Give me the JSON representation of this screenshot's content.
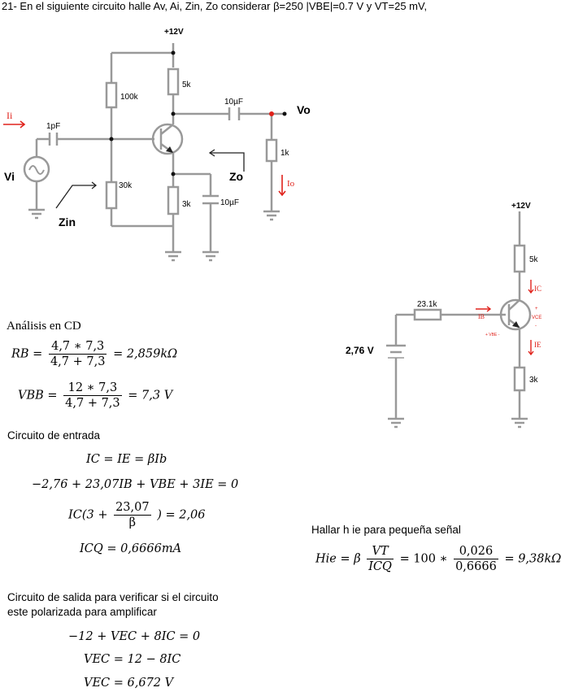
{
  "problem_title": "21- En el siguiente circuito halle Av, Ai, Zin, Zo  considerar β=250  |VBE|=0.7 V y VT=25 mV,",
  "circuit1": {
    "vcc": "+12V",
    "r_base_top": "100k",
    "r_base_bottom": "30k",
    "r_collector": "5k",
    "r_emitter": "3k",
    "c_input": "1pF",
    "c_output": "10µF",
    "c_emitter": "10µF",
    "r_load": "1k",
    "label_ii": "Ii",
    "label_vi": "Vi",
    "label_vo": "Vo",
    "label_zin": "Zin",
    "label_zo": "Zo",
    "label_io": "Io"
  },
  "circuit2": {
    "vcc": "+12V",
    "r_collector": "5k",
    "r_base": "23.1k",
    "r_emitter": "3k",
    "source": "2,76 V",
    "label_ic": "IC",
    "label_ib": "IB",
    "label_ie": "IE",
    "label_vce": "VCE",
    "label_vbe": "+ VBE -",
    "plus": "+",
    "minus": "-"
  },
  "analysis_cd": {
    "heading": "Análisis en CD",
    "rb_lhs": "RB =",
    "rb_num": "4,7 ∗ 7,3",
    "rb_den": "4,7 + 7,3",
    "rb_result": "= 2,859kΩ",
    "vbb_lhs": "VBB =",
    "vbb_num": "12 ∗ 7,3",
    "vbb_den": "4,7 + 7,3",
    "vbb_result": "= 7,3 V"
  },
  "input_circuit": {
    "heading": "Circuito de entrada",
    "eq1": "IC = IE = βIb",
    "eq2": "−2,76 + 23,07IB + VBE + 3IE = 0",
    "eq3_lhs": "IC(3 +",
    "eq3_num": "23,07",
    "eq3_den": "β",
    "eq3_rhs": ") = 2,06",
    "eq4": "ICQ = 0,6666mA"
  },
  "small_signal": {
    "heading": "Hallar h ie para pequeña señal",
    "lhs": "Hie = β",
    "f1_num": "VT",
    "f1_den": "ICQ",
    "mid": "= 100 ∗",
    "f2_num": "0,026",
    "f2_den": "0,6666",
    "result": "= 9,38kΩ"
  },
  "output_circuit": {
    "heading_line1": "Circuito de salida para verificar si el circuito",
    "heading_line2": "este polarizada para amplificar",
    "eq1": "−12 + VEC + 8IC = 0",
    "eq2": "VEC = 12 − 8IC",
    "eq3": "VEC = 6,672 V"
  },
  "colors": {
    "wire": "#999999",
    "red": "#e0221b",
    "text": "#000000"
  }
}
